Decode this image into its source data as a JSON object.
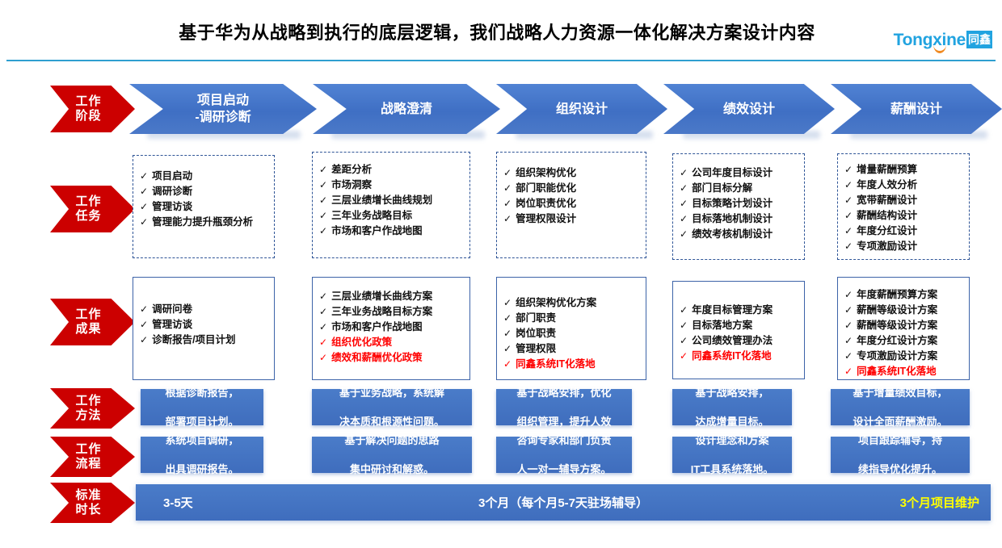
{
  "header": {
    "title": "基于华为从战略到执行的底层逻辑，我们战略人力资源一体化解决方案设计内容",
    "logo_text": "Tongxine",
    "logo_cn": "同鑫",
    "accent_color": "#21a3e0",
    "rule_color": "#2f9fd0"
  },
  "palette": {
    "red": "#cc0000",
    "blue": "#4a7cc9",
    "red_text": "#ff0000",
    "yellow_text": "#ffff00"
  },
  "row_labels": [
    {
      "id": "stage",
      "line1": "工作",
      "line2": "阶段"
    },
    {
      "id": "tasks",
      "line1": "工作",
      "line2": "任务"
    },
    {
      "id": "results",
      "line1": "工作",
      "line2": "成果"
    },
    {
      "id": "methods",
      "line1": "工作",
      "line2": "方法"
    },
    {
      "id": "process",
      "line1": "工作",
      "line2": "流程"
    },
    {
      "id": "duration",
      "line1": "标准",
      "line2": "时长"
    }
  ],
  "stages": [
    {
      "line1": "项目启动",
      "line2": "-调研诊断"
    },
    {
      "line1": "战略澄清",
      "line2": ""
    },
    {
      "line1": "组织设计",
      "line2": ""
    },
    {
      "line1": "绩效设计",
      "line2": ""
    },
    {
      "line1": "薪酬设计",
      "line2": ""
    }
  ],
  "tasks": [
    {
      "items": [
        {
          "text": "项目启动",
          "red": false
        },
        {
          "text": "调研诊断",
          "red": false
        },
        {
          "text": "管理访谈",
          "red": false
        },
        {
          "text": "管理能力提升瓶颈分析",
          "red": false,
          "wrap": true
        }
      ]
    },
    {
      "items": [
        {
          "text": "差距分析",
          "red": false
        },
        {
          "text": "市场洞察",
          "red": false
        },
        {
          "text": "三层业绩增长曲线规划",
          "red": false
        },
        {
          "text": "三年业务战略目标",
          "red": false
        },
        {
          "text": "市场和客户作战地图",
          "red": false
        }
      ]
    },
    {
      "items": [
        {
          "text": "组织架构优化",
          "red": false
        },
        {
          "text": "部门职能优化",
          "red": false
        },
        {
          "text": "岗位职责优化",
          "red": false
        },
        {
          "text": "管理权限设计",
          "red": false
        }
      ]
    },
    {
      "items": [
        {
          "text": "公司年度目标设计",
          "red": false
        },
        {
          "text": "部门目标分解",
          "red": false
        },
        {
          "text": "目标策略计划设计",
          "red": false
        },
        {
          "text": "目标落地机制设计",
          "red": false
        },
        {
          "text": "绩效考核机制设计",
          "red": false
        }
      ]
    },
    {
      "items": [
        {
          "text": "增量薪酬预算",
          "red": false
        },
        {
          "text": "年度人效分析",
          "red": false
        },
        {
          "text": "宽带薪酬设计",
          "red": false
        },
        {
          "text": "薪酬结构设计",
          "red": false
        },
        {
          "text": "年度分红设计",
          "red": false
        },
        {
          "text": "专项激励设计",
          "red": false
        }
      ]
    }
  ],
  "results": [
    {
      "items": [
        {
          "text": "调研问卷",
          "red": false
        },
        {
          "text": "管理访谈",
          "red": false
        },
        {
          "text": "诊断报告/项目计划",
          "red": false
        }
      ]
    },
    {
      "items": [
        {
          "text": "三层业绩增长曲线方案",
          "red": false
        },
        {
          "text": "三年业务战略目标方案",
          "red": false
        },
        {
          "text": "市场和客户作战地图",
          "red": false
        },
        {
          "text": "组织优化政策",
          "red": true
        },
        {
          "text": "绩效和薪酬优化政策",
          "red": true
        }
      ]
    },
    {
      "items": [
        {
          "text": "组织架构优化方案",
          "red": false
        },
        {
          "text": "部门职责",
          "red": false
        },
        {
          "text": "岗位职责",
          "red": false
        },
        {
          "text": "管理权限",
          "red": false
        },
        {
          "text": "同鑫系统IT化落地",
          "red": true
        }
      ]
    },
    {
      "items": [
        {
          "text": "年度目标管理方案",
          "red": false
        },
        {
          "text": "目标落地方案",
          "red": false
        },
        {
          "text": "公司绩效管理办法",
          "red": false
        },
        {
          "text": "同鑫系统IT化落地",
          "red": true
        }
      ]
    },
    {
      "items": [
        {
          "text": "年度薪酬预算方案",
          "red": false
        },
        {
          "text": "薪酬等级设计方案",
          "red": false
        },
        {
          "text": "薪酬等级设计方案",
          "red": false
        },
        {
          "text": "年度分红设计方案",
          "red": false
        },
        {
          "text": "专项激励设计方案",
          "red": false
        },
        {
          "text": "同鑫系统IT化落地",
          "red": true
        }
      ]
    }
  ],
  "methods": [
    {
      "line1": "根据诊断报告，",
      "line2": "部署项目计划。"
    },
    {
      "line1": "基于业务战略，系统解",
      "line2": "决本质和根源性问题。"
    },
    {
      "line1": "基于战略安排，优化",
      "line2": "组织管理，提升人效"
    },
    {
      "line1": "基于战略安排，",
      "line2": "达成增量目标。"
    },
    {
      "line1": "基于增量绩效目标，",
      "line2": "设计全面薪酬激励。"
    }
  ],
  "process": [
    {
      "line1": "系统项目调研，",
      "line2": "出具调研报告。"
    },
    {
      "line1": "基于解决问题的思路",
      "line2": "集中研讨和解惑。"
    },
    {
      "line1": "咨询专家和部门负责",
      "line2": "人一对一辅导方案。"
    },
    {
      "line1": "设计理念和方案",
      "line2": "IT工具系统落地。"
    },
    {
      "line1": "项目跟踪辅导，持",
      "line2": "续指导优化提升。"
    }
  ],
  "duration": {
    "left": "3-5天",
    "center": "3个月（每个月5-7天驻场辅导）",
    "right": "3个月项目维护"
  }
}
